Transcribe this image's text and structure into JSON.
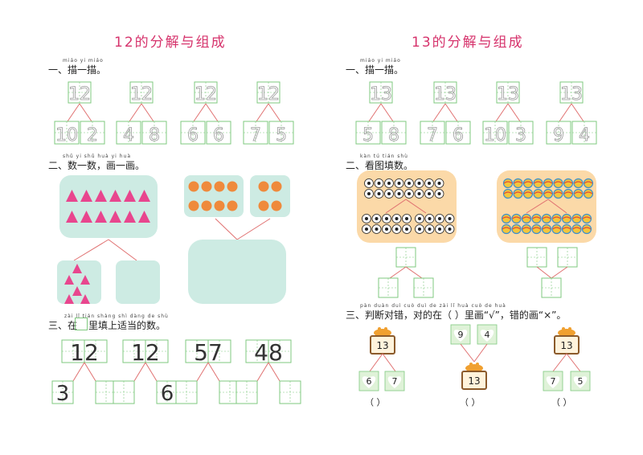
{
  "left": {
    "title": "12的分解与组成",
    "s1": {
      "label": "一、描一描。",
      "pinyin": "miáo yi miáo"
    },
    "s1_items": [
      {
        "top": "12",
        "left": "10",
        "right": "2"
      },
      {
        "top": "12",
        "left": "4",
        "right": "8"
      },
      {
        "top": "12",
        "left": "6",
        "right": "6"
      },
      {
        "top": "12",
        "left": "7",
        "right": "5"
      }
    ],
    "s2": {
      "label": "二、数一数，画一画。",
      "pinyin": "shǔ yi shǔ  huà yi huà"
    },
    "s3": {
      "label_a": "三、在",
      "label_b": "里填上适当的数。",
      "pinyin": "zài   lǐ tián shàng shì dàng de shù"
    },
    "s3_items": [
      {
        "top": "12",
        "left": "3",
        "right": ""
      },
      {
        "top": "12",
        "left": "",
        "right": "6"
      },
      {
        "top": "57",
        "left": "",
        "right": ""
      },
      {
        "top": "48",
        "left": "",
        "right": ""
      }
    ]
  },
  "right": {
    "title": "13的分解与组成",
    "s1": {
      "label": "一、描一描。",
      "pinyin": "miáo yi miáo"
    },
    "s1_items": [
      {
        "top": "13",
        "left": "5",
        "right": "8"
      },
      {
        "top": "13",
        "left": "7",
        "right": "6"
      },
      {
        "top": "13",
        "left": "10",
        "right": "3"
      },
      {
        "top": "13",
        "left": "9",
        "right": "4"
      }
    ],
    "s2": {
      "label": "二、看图填数。",
      "pinyin": "kàn tú tián shù"
    },
    "s3": {
      "label": "三、判断对错，对的在（  ）里画“√”，错的画“×”。",
      "pinyin": "pàn duàn duì cuò  duì de zài   lǐ huà  cuò de huà"
    },
    "s3_items": [
      {
        "top": "13",
        "left": "6",
        "right": "7",
        "paren": "（    ）"
      },
      {
        "top": "13",
        "left": "9",
        "right": "4",
        "paren": "（    ）"
      },
      {
        "top": "13",
        "left": "7",
        "right": "5",
        "paren": "（    ）"
      }
    ]
  },
  "colors": {
    "title": "#d6336c",
    "panel": "#cdebe3",
    "panel_orange": "#fbd9a8",
    "triangle": "#e8468e",
    "dot": "#ef8a3c",
    "grid": "#7fc97f",
    "line": "#e07070"
  }
}
